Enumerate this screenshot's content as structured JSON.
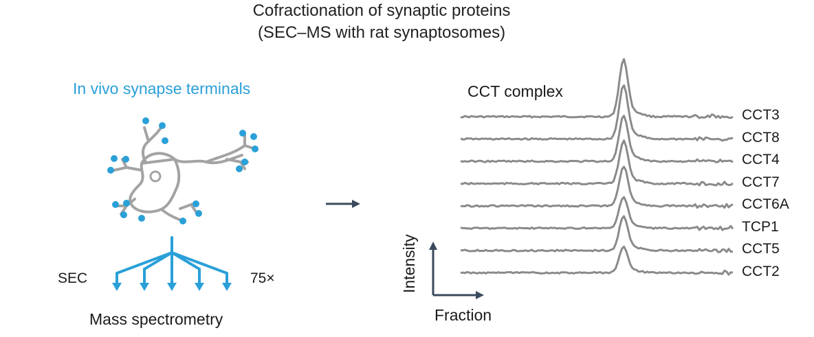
{
  "title_line1": "Cofractionation of synaptic proteins",
  "title_line2": "(SEC–MS with rat synaptosomes)",
  "left_panel": {
    "heading": "In vivo synapse terminals",
    "sec_label": "SEC",
    "fraction_count": "75×",
    "method_label": "Mass spectrometry"
  },
  "right_panel": {
    "complex_label": "CCT complex",
    "y_axis_label": "Intensity",
    "x_axis_label": "Fraction"
  },
  "colors": {
    "accent_blue": "#2aa0d8",
    "neuron_gray": "#a3a3a3",
    "trace_gray": "#8a8a8a",
    "axis_navy": "#3a4a5c"
  },
  "chart_data": {
    "type": "line",
    "x_label": "Fraction",
    "y_label": "Intensity",
    "series": [
      {
        "name": "CCT3",
        "peak": 1.0
      },
      {
        "name": "CCT8",
        "peak": 0.95
      },
      {
        "name": "CCT4",
        "peak": 0.8
      },
      {
        "name": "CCT7",
        "peak": 0.75
      },
      {
        "name": "CCT6A",
        "peak": 0.7
      },
      {
        "name": "TCP1",
        "peak": 0.55
      },
      {
        "name": "CCT5",
        "peak": 0.6
      },
      {
        "name": "CCT2",
        "peak": 0.45
      }
    ]
  }
}
